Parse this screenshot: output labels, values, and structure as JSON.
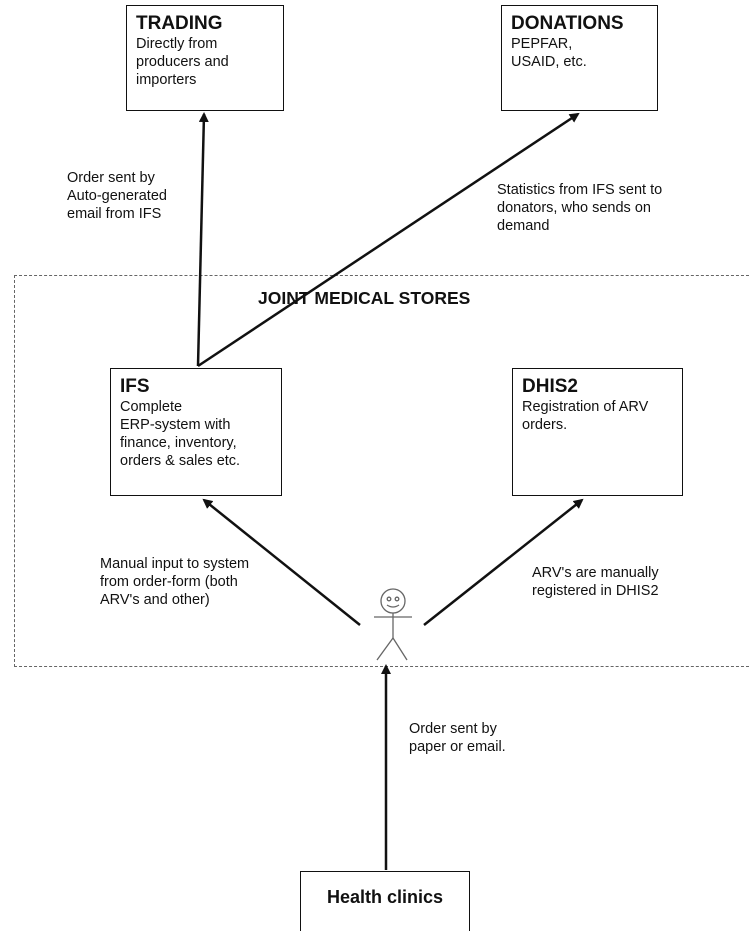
{
  "nodes": {
    "trading": {
      "title": "TRADING",
      "text": "Directly from producers and importers"
    },
    "donations": {
      "title": "DONATIONS",
      "text": "PEPFAR,\nUSAID, etc."
    },
    "ifs": {
      "title": "IFS",
      "text": "Complete\nERP-system with finance, inventory, orders & sales etc."
    },
    "dhis2": {
      "title": "DHIS2",
      "text": "Registration of ARV orders."
    },
    "health_clinics": {
      "title": "Health clinics"
    }
  },
  "container": {
    "title": "JOINT MEDICAL STORES"
  },
  "edges": {
    "ifs_to_trading": "Order sent by\nAuto-generated\nemail from IFS",
    "ifs_to_donations": "Statistics from IFS sent to\ndonators, who sends on\ndemand",
    "person_to_ifs": "Manual input to system\nfrom order-form (both\nARV's and other)",
    "person_to_dhis2": "ARV's are manually\nregistered in DHIS2",
    "clinics_to_person": "Order sent by\npaper or email."
  },
  "actor": {
    "icon": "stick-figure-icon"
  }
}
